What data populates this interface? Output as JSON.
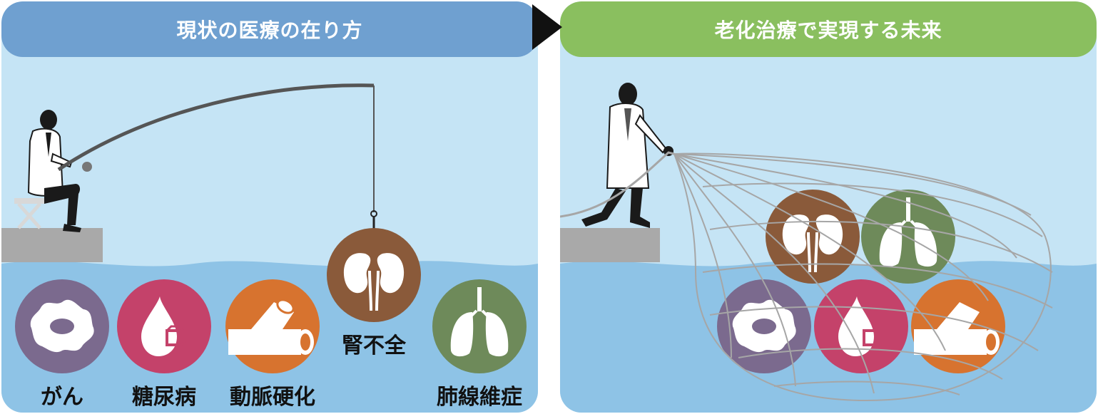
{
  "left_panel": {
    "title": "現状の医療の在り方",
    "header_color": "#6fa0d0",
    "diseases": [
      {
        "label": "がん",
        "icon": "cancer-cell-icon",
        "color": "#7b6a8e"
      },
      {
        "label": "糖尿病",
        "icon": "blood-drop-sugar-icon",
        "color": "#c4426a"
      },
      {
        "label": "動脈硬化",
        "icon": "artery-icon",
        "color": "#d7732f"
      },
      {
        "label": "腎不全",
        "icon": "kidney-icon",
        "color": "#8a5a3a"
      },
      {
        "label": "肺線維症",
        "icon": "lung-icon",
        "color": "#6e8a5a"
      }
    ]
  },
  "right_panel": {
    "title": "老化治療で実現する未来",
    "header_color": "#8abf5f"
  },
  "colors": {
    "sky": "#c5e4f5",
    "water": "#8ec3e6",
    "pier": "#a9a9a9",
    "silhouette": "#1a1a1a",
    "net": "#a6a6a6"
  }
}
